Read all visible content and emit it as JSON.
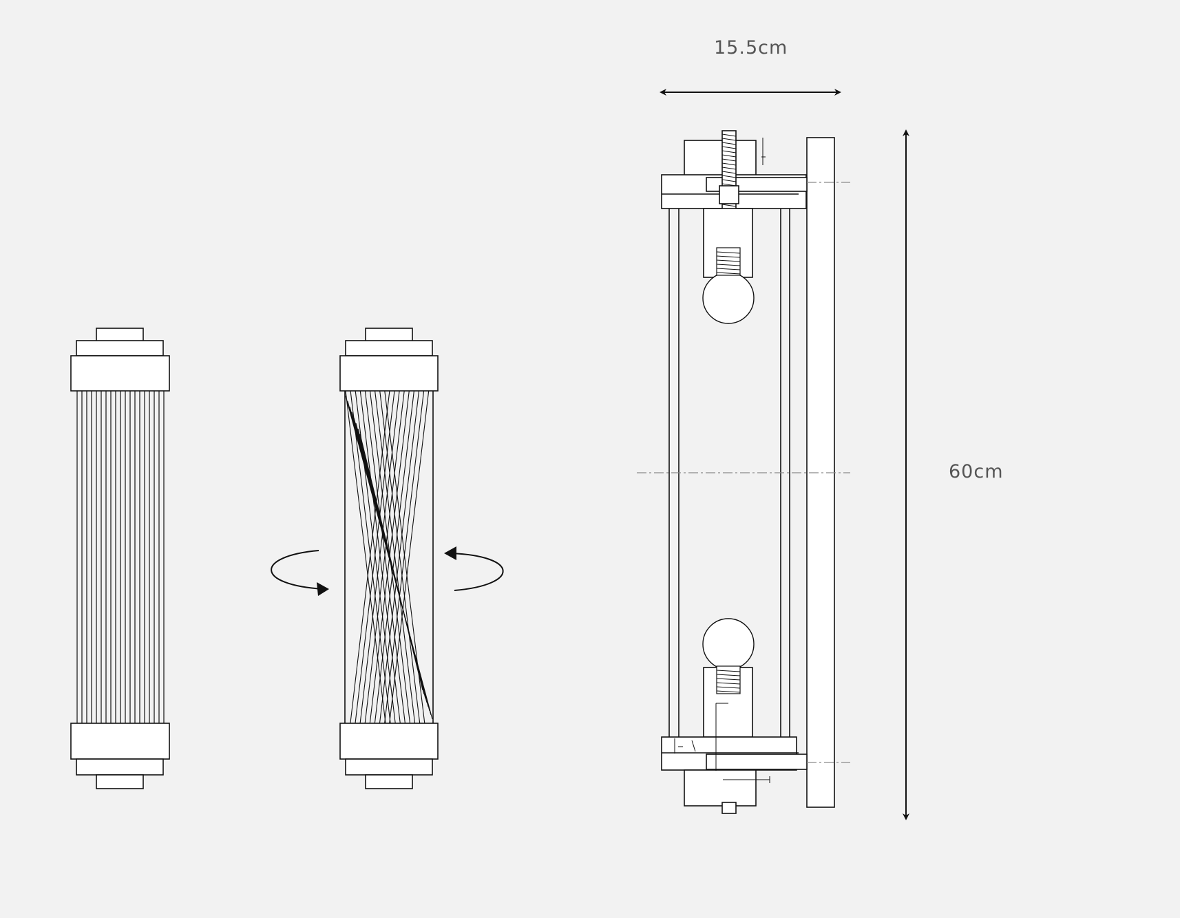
{
  "colors": {
    "background": "#f2f2f2",
    "line": "#111111",
    "dimension_text": "#555555",
    "centerline": "#8a8a8a",
    "fill": "#ffffff"
  },
  "views": [
    {
      "name": "front-view-straight-rods"
    },
    {
      "name": "front-view-twisted-rods"
    },
    {
      "name": "side-section-view"
    }
  ],
  "icons": [
    "rotate-left-arrow-icon",
    "rotate-right-arrow-icon",
    "bulb-icon"
  ],
  "dimensions": {
    "width_label": "15.5cm",
    "height_label": "60cm"
  }
}
